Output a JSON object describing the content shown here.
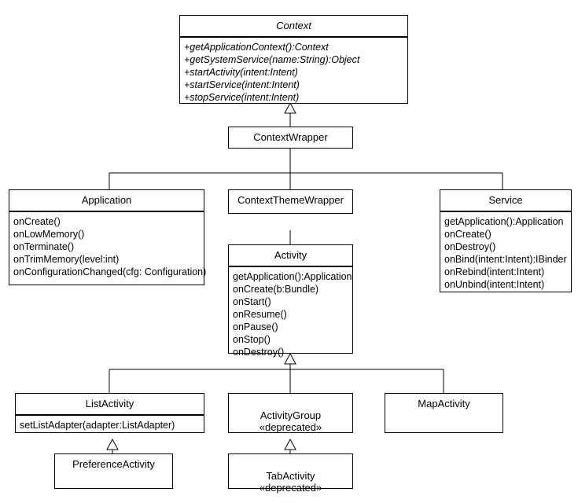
{
  "diagram": {
    "title": "Android Context class hierarchy UML diagram",
    "type": "uml-class-diagram",
    "background_color": "#ffffff",
    "line_color": "#000000",
    "text_color": "#000000"
  },
  "classes": [
    {
      "id": "context",
      "name": "Context",
      "abstract": true,
      "stereotype": "",
      "members": [
        "+getApplicationContext():Context",
        "+getSystemService(name:String):Object",
        "+startActivity(intent:Intent)",
        "+startService(intent:Intent)",
        "+stopService(intent:Intent)"
      ]
    },
    {
      "id": "context-wrapper",
      "name": "ContextWrapper",
      "abstract": false,
      "stereotype": "",
      "members": []
    },
    {
      "id": "application",
      "name": "Application",
      "abstract": false,
      "stereotype": "",
      "members": [
        "onCreate()",
        "onLowMemory()",
        "onTerminate()",
        "onTrimMemory(level:int)",
        "onConfigurationChanged(cfg: Configuration)"
      ]
    },
    {
      "id": "context-theme-wrapper",
      "name": "ContextThemeWrapper",
      "abstract": false,
      "stereotype": "",
      "members": []
    },
    {
      "id": "service",
      "name": "Service",
      "abstract": false,
      "stereotype": "",
      "members": [
        "getApplication():Application",
        "onCreate()",
        "onDestroy()",
        "onBind(intent:Intent):IBinder",
        "onRebind(intent:Intent)",
        "onUnbind(intent:Intent)"
      ]
    },
    {
      "id": "activity",
      "name": "Activity",
      "abstract": false,
      "stereotype": "",
      "members": [
        "getApplication():Application",
        "onCreate(b:Bundle)",
        "onStart()",
        "onResume()",
        "onPause()",
        "onStop()",
        "onDestroy()"
      ]
    },
    {
      "id": "list-activity",
      "name": "ListActivity",
      "abstract": false,
      "stereotype": "",
      "members": [
        "setListAdapter(adapter:ListAdapter)"
      ]
    },
    {
      "id": "activity-group",
      "name": "ActivityGroup",
      "abstract": false,
      "stereotype": "«deprecated»",
      "members": []
    },
    {
      "id": "map-activity",
      "name": "MapActivity",
      "abstract": false,
      "stereotype": "",
      "members": []
    },
    {
      "id": "preference-activity",
      "name": "PreferenceActivity",
      "abstract": false,
      "stereotype": "",
      "members": []
    },
    {
      "id": "tab-activity",
      "name": "TabActivity",
      "abstract": false,
      "stereotype": "«deprecated»",
      "members": []
    }
  ],
  "generalizations": [
    {
      "from": "context-wrapper",
      "to": "context"
    },
    {
      "from": "application",
      "to": "context-wrapper"
    },
    {
      "from": "context-theme-wrapper",
      "to": "context-wrapper"
    },
    {
      "from": "service",
      "to": "context-wrapper"
    },
    {
      "from": "activity",
      "to": "context-theme-wrapper"
    },
    {
      "from": "list-activity",
      "to": "activity"
    },
    {
      "from": "activity-group",
      "to": "activity"
    },
    {
      "from": "map-activity",
      "to": "activity"
    },
    {
      "from": "preference-activity",
      "to": "list-activity"
    },
    {
      "from": "tab-activity",
      "to": "activity-group"
    }
  ]
}
